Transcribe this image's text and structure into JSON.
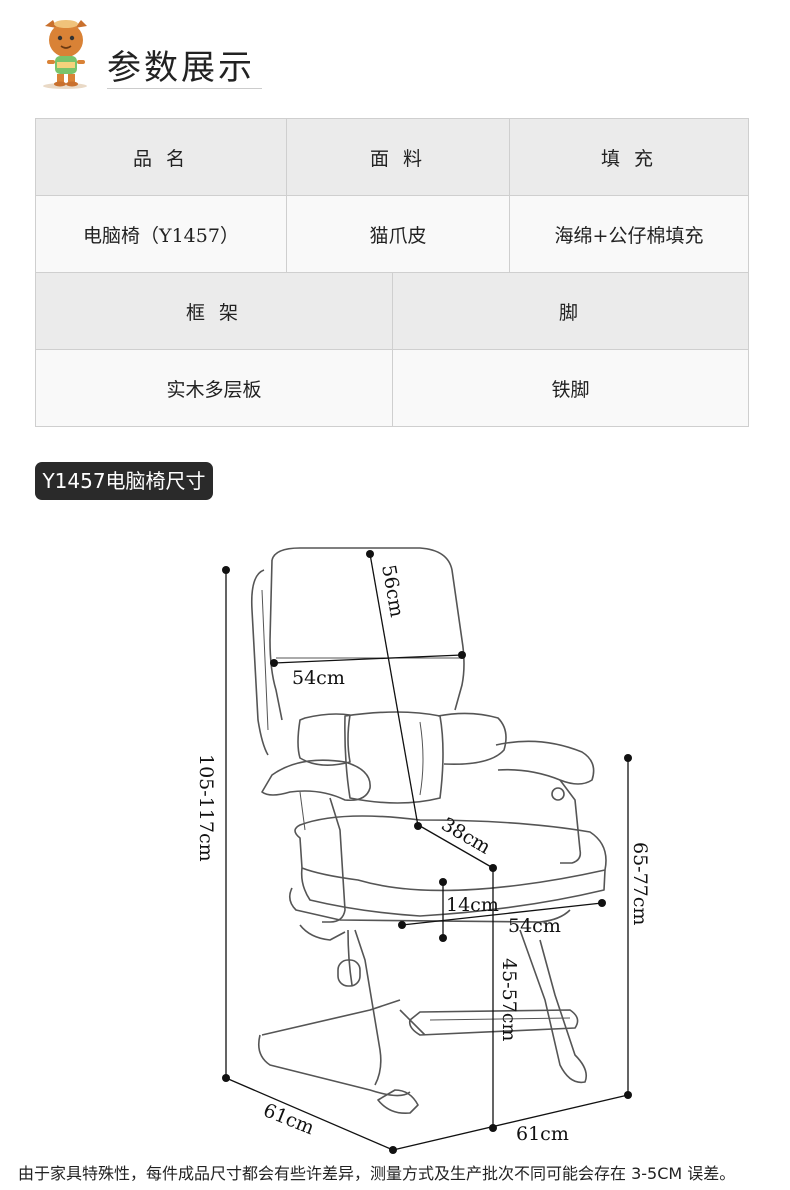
{
  "header": {
    "title": "参数展示"
  },
  "spec_table_1": {
    "headers": [
      "品 名",
      "面 料",
      "填 充"
    ],
    "values": [
      "电脑椅（Y1457）",
      "猫爪皮",
      "海绵+公仔棉填充"
    ]
  },
  "spec_table_2": {
    "headers": [
      "框 架",
      "脚"
    ],
    "values": [
      "实木多层板",
      "铁脚"
    ]
  },
  "size_section": {
    "badge": "Y1457电脑椅尺寸",
    "dimensions": {
      "back_height": "56cm",
      "back_width": "54cm",
      "total_height": "105-117cm",
      "seat_depth": "38cm",
      "seat_thickness": "14cm",
      "seat_width": "54cm",
      "armrest_height": "65-77cm",
      "seat_height": "45-57cm",
      "base_depth": "61cm",
      "base_width": "61cm"
    }
  },
  "footer_note": "由于家具特殊性，每件成品尺寸都会有些许差异，测量方式及生产批次不同可能会存在 3-5CM 误差。"
}
